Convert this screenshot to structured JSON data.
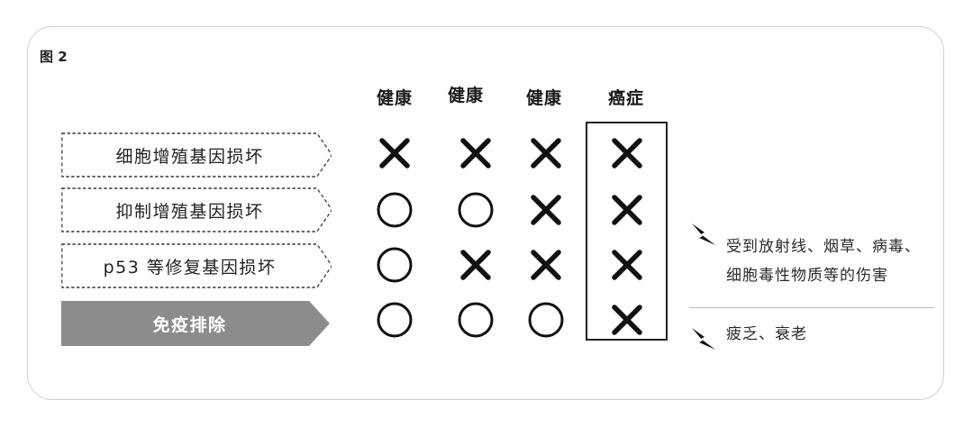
{
  "figure_label": "图 2",
  "columns": [
    "健康",
    "健康",
    "健康",
    "癌症"
  ],
  "rows": [
    {
      "label": "细胞增殖基因损坏",
      "style": "dashed",
      "marks": [
        "x",
        "x",
        "x",
        "x"
      ]
    },
    {
      "label": "抑制增殖基因损坏",
      "style": "dashed",
      "marks": [
        "o",
        "o",
        "x",
        "x"
      ]
    },
    {
      "label": "p53 等修复基因损坏",
      "style": "dashed",
      "marks": [
        "o",
        "x",
        "x",
        "x"
      ]
    },
    {
      "label": "免疫排除",
      "style": "solid",
      "marks": [
        "o",
        "o",
        "o",
        "x"
      ]
    }
  ],
  "causes": {
    "damage_line1": "受到放射线、烟草、病毒、",
    "damage_line2": "细胞毒性物质等的伤害",
    "aging": "疲乏、衰老"
  },
  "icons": {
    "x_mark": "cross-icon",
    "o_mark": "circle-icon",
    "bolt": "lightning-bolt-icon"
  },
  "colors": {
    "solid_row_fill": "#8c8c8c",
    "frame_border": "#cfcfcf",
    "mark": "#111111"
  }
}
